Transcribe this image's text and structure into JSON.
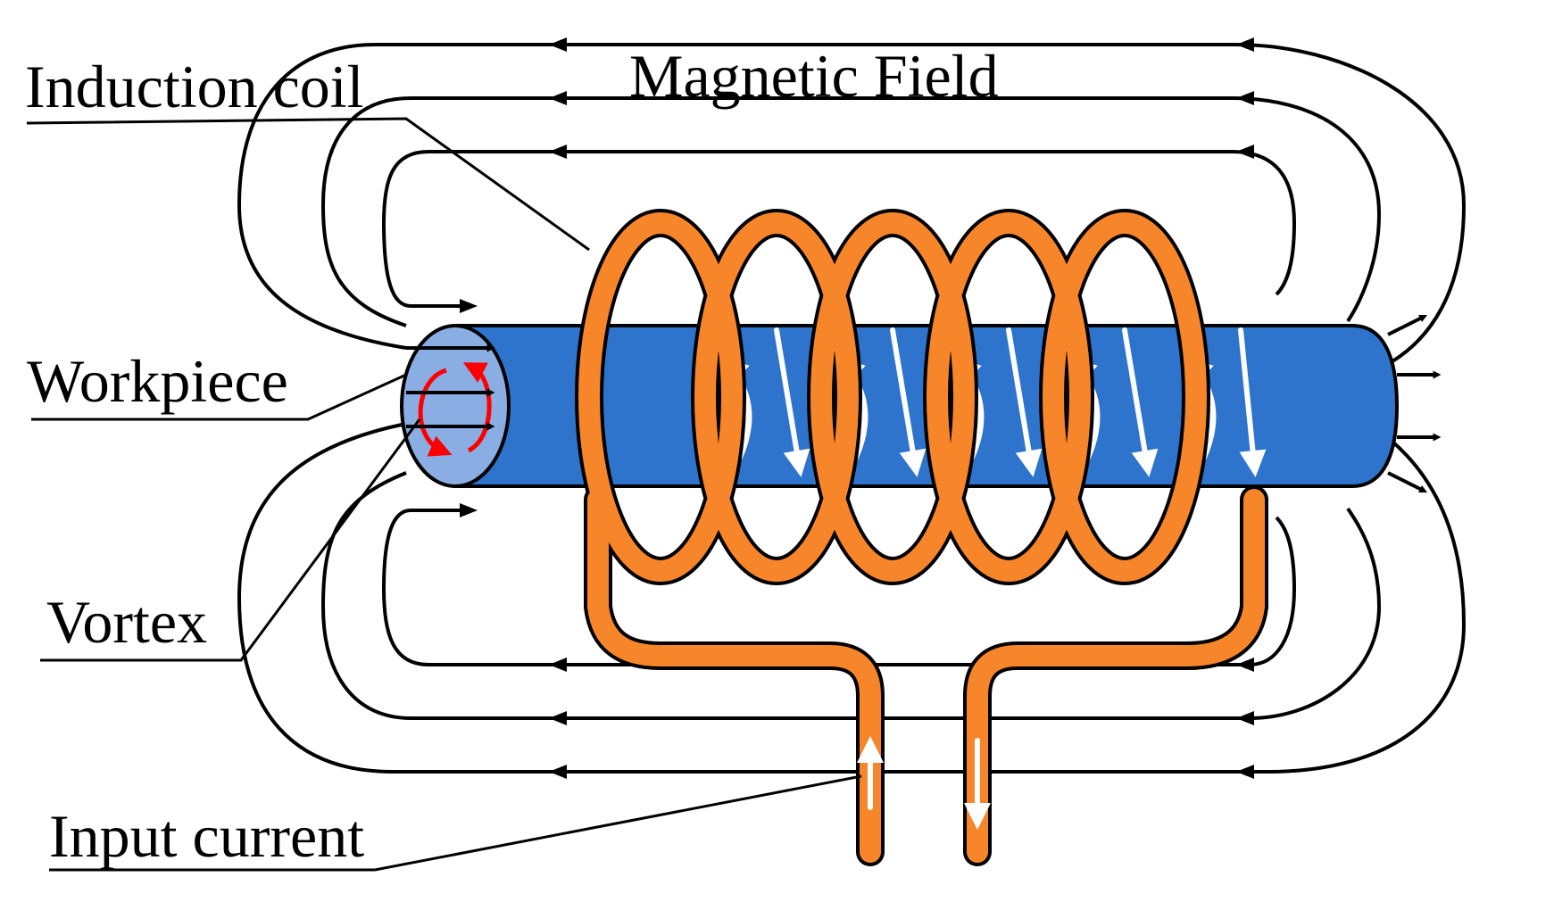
{
  "labels": {
    "induction_coil": "Induction coil",
    "magnetic_field": "Magnetic Field",
    "workpiece": "Workpiece",
    "vortex": "Vortex",
    "input_current": "Input current"
  },
  "colors": {
    "coil": "#f7862a",
    "workpiece_body": "#2e74cc",
    "workpiece_end": "#8aaee3",
    "field_lines": "#000000",
    "vortex": "#ff0000",
    "current_arrows": "#ffffff"
  }
}
